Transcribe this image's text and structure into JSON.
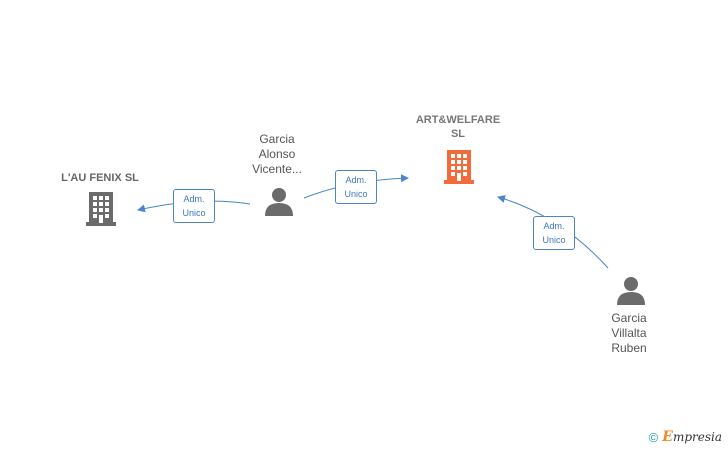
{
  "nodes": {
    "artwelfare": {
      "label": "ART&WELFARE\nSL",
      "icon": "building-icon",
      "color": "#f26b3a"
    },
    "aufenix": {
      "label": "L'AU FENIX SL",
      "icon": "building-icon",
      "color": "#6b6b6b"
    },
    "garcia_alonso": {
      "label": "Garcia\nAlonso\nVicente...",
      "icon": "person-icon",
      "color": "#6b6b6b"
    },
    "garcia_villalta": {
      "label": "Garcia\nVillalta\nRuben",
      "icon": "person-icon",
      "color": "#6b6b6b"
    }
  },
  "edges": [
    {
      "from": "garcia_alonso",
      "to": "aufenix",
      "label": "Adm.\nUnico"
    },
    {
      "from": "garcia_alonso",
      "to": "artwelfare",
      "label": "Adm.\nUnico"
    },
    {
      "from": "garcia_villalta",
      "to": "artwelfare",
      "label": "Adm.\nUnico"
    }
  ],
  "edge_color": "#4a86c8",
  "footer": {
    "copyright": "©",
    "brand_initial": "E",
    "brand_rest": "mpresia"
  }
}
